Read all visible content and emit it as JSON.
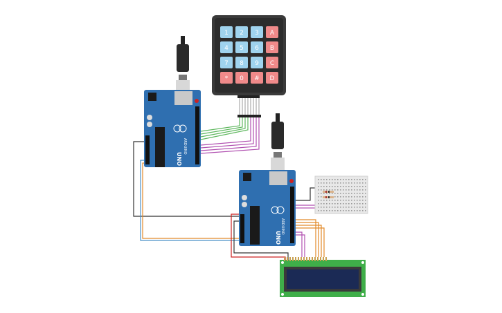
{
  "keypad": {
    "keys": [
      [
        "1",
        "2",
        "3",
        "A"
      ],
      [
        "4",
        "5",
        "6",
        "B"
      ],
      [
        "7",
        "8",
        "9",
        "C"
      ],
      [
        "*",
        "0",
        "#",
        "D"
      ]
    ]
  },
  "boards": {
    "top": {
      "model_label": "UNO",
      "brand_label": "ARDUINO"
    },
    "bottom": {
      "model_label": "UNO",
      "brand_label": "ARDUINO"
    }
  },
  "colors": {
    "board": "#2f6fb0",
    "board_dark": "#1f4f85",
    "keypad_body": "#3a3a3a",
    "key_blue": "#9fd3ee",
    "key_red": "#f08a8a",
    "wire_green": "#5fb85f",
    "wire_purple": "#b04fb0",
    "wire_black": "#333333",
    "wire_blue": "#4a90c8",
    "wire_orange": "#e28a2a",
    "wire_red": "#cc2222",
    "lcd_board": "#3fae49",
    "lcd_screen": "#1b2a55",
    "breadboard": "#e8e8e8"
  }
}
